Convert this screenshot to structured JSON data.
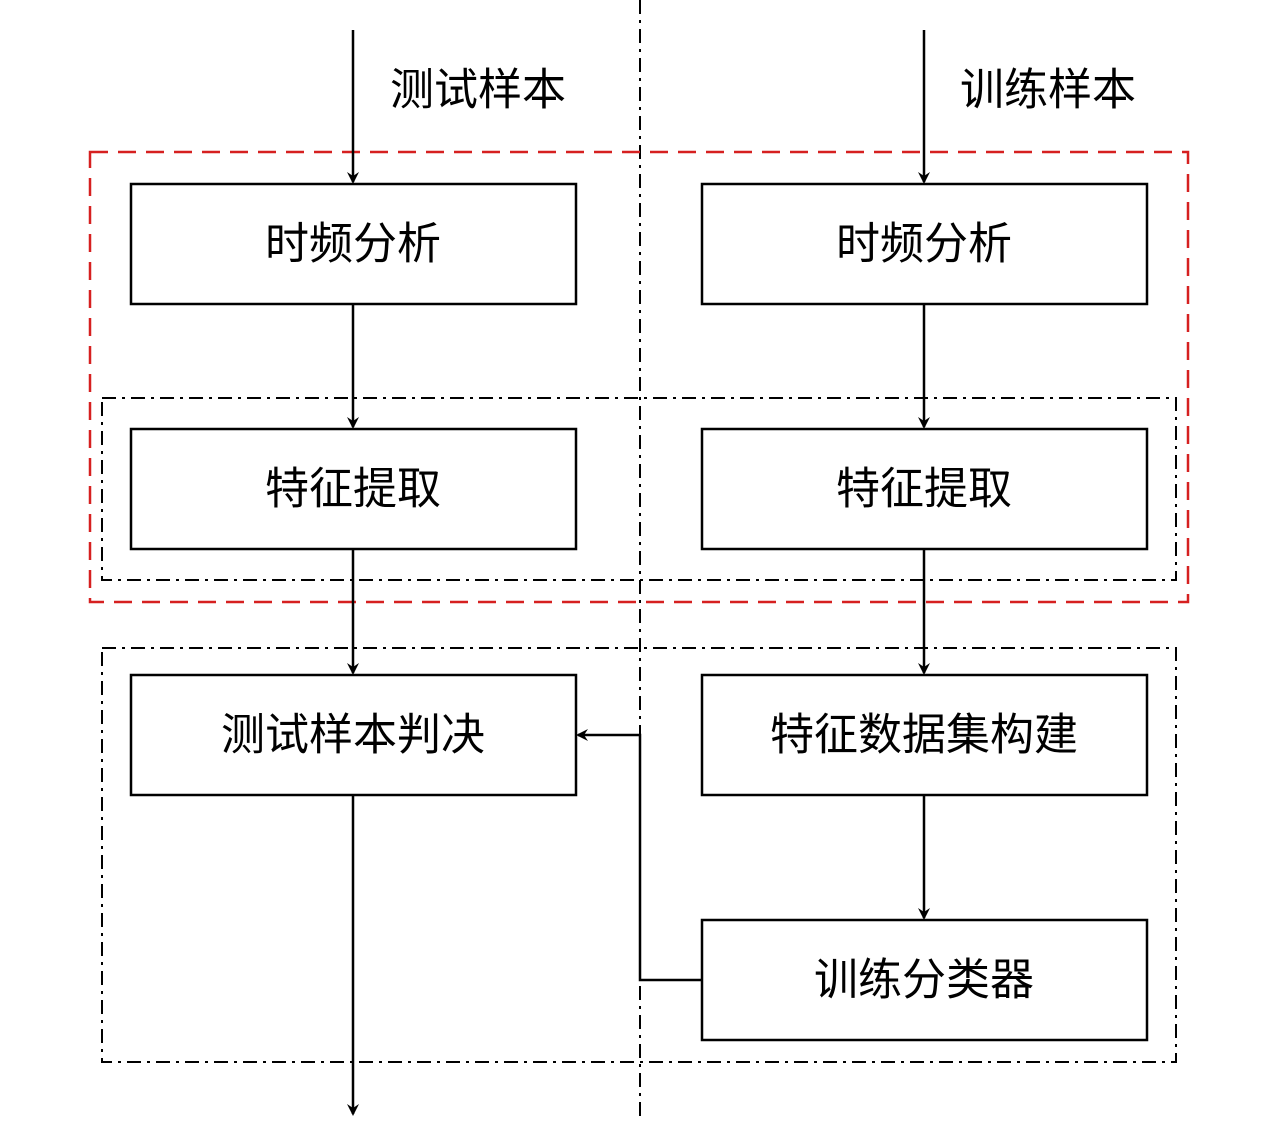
{
  "colors": {
    "line": "#000000",
    "highlight_border": "#d62020"
  },
  "labels": {
    "test_sample": "测试样本",
    "train_sample": "训练样本"
  },
  "test_branch": {
    "tf_analysis": "时频分析",
    "feature_extraction": "特征提取",
    "decision": "测试样本判决"
  },
  "train_branch": {
    "tf_analysis": "时频分析",
    "feature_extraction": "特征提取",
    "dataset_construction": "特征数据集构建",
    "classifier_training": "训练分类器"
  }
}
